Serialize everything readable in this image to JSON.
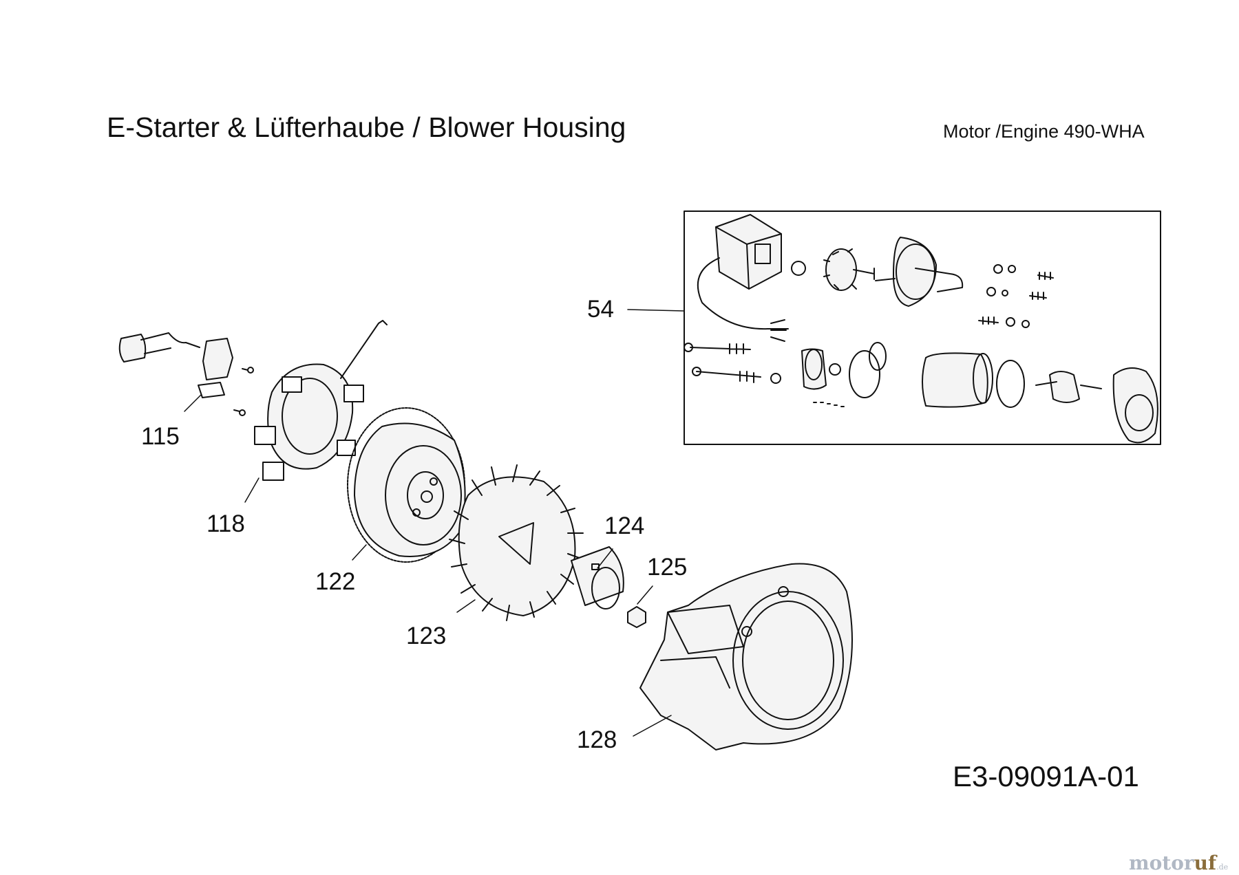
{
  "header": {
    "title": "E-Starter & Lüfterhaube / Blower Housing",
    "engine": "Motor /Engine  490-WHA"
  },
  "diagram_code": "E3-09091A-01",
  "callouts": {
    "starter_assembly": "54",
    "ignition_coil": "115",
    "stator": "118",
    "flywheel": "122",
    "fan": "123",
    "starter_cup": "124",
    "nut": "125",
    "blower_housing": "128"
  },
  "watermark": {
    "brand_part1": "motor",
    "brand_part2": "uf",
    "tld": ".de"
  }
}
